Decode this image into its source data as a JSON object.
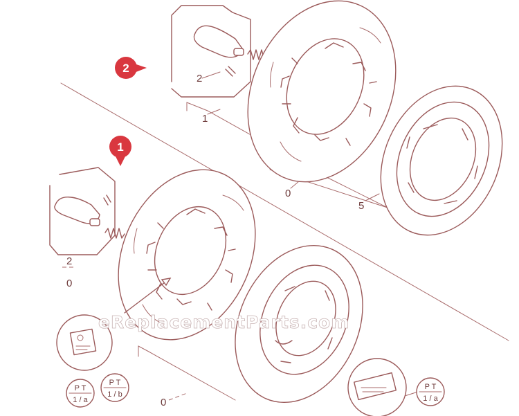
{
  "markers": [
    {
      "id": "assembly-2",
      "number": "2",
      "color": "#d9373f"
    },
    {
      "id": "assembly-1",
      "number": "1",
      "color": "#d9373f"
    }
  ],
  "part_labels": {
    "upper_handle": "2",
    "upper_group": "1",
    "upper_disc": "0",
    "upper_ring": "5",
    "lower_handle_top": "2",
    "lower_handle_bottom": "0",
    "lower_bottom": "0"
  },
  "callouts": {
    "left_a": {
      "line1": "P T",
      "line2": "1 / a"
    },
    "left_b": {
      "line1": "P T",
      "line2": "1 / b"
    },
    "right_a": {
      "line1": "P T",
      "line2": "1 / a"
    }
  },
  "watermark": "eReplacementParts.com",
  "colors": {
    "line": "#9b5a5a",
    "marker": "#d9373f"
  }
}
